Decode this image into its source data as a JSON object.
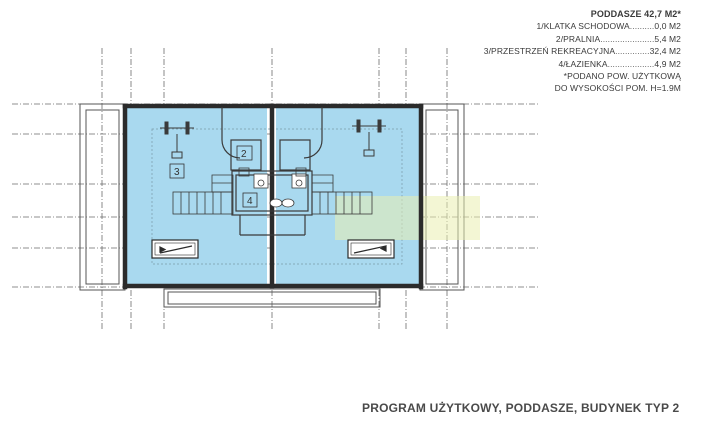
{
  "legend": {
    "title": "PODDASZE 42,7 M2*",
    "rooms": [
      {
        "name": "1/KLATKA SCHODOWA",
        "dots": "..........",
        "area": "0,0 M2"
      },
      {
        "name": "2/PRALNIA",
        "dots": "......................",
        "area": "5,4 M2"
      },
      {
        "name": "3/PRZESTRZEŃ REKREACYJNA",
        "dots": "..............",
        "area": "32,4 M2"
      },
      {
        "name": "4/ŁAZIENKA",
        "dots": "...................",
        "area": "4,9 M2"
      }
    ],
    "note_line1": "*PODANO POW. UŻYTKOWĄ",
    "note_line2": "DO WYSOKOŚCI POM. H=1.9M"
  },
  "plan": {
    "room_labels": [
      "2",
      "3",
      "4"
    ],
    "colors": {
      "fill": "#a9d9ef",
      "wall": "#2b2b2b",
      "line": "#555555",
      "watermark": "#e9efb0"
    }
  },
  "caption": "PROGRAM UŻYTKOWY, PODDASZE, BUDYNEK TYP 2"
}
